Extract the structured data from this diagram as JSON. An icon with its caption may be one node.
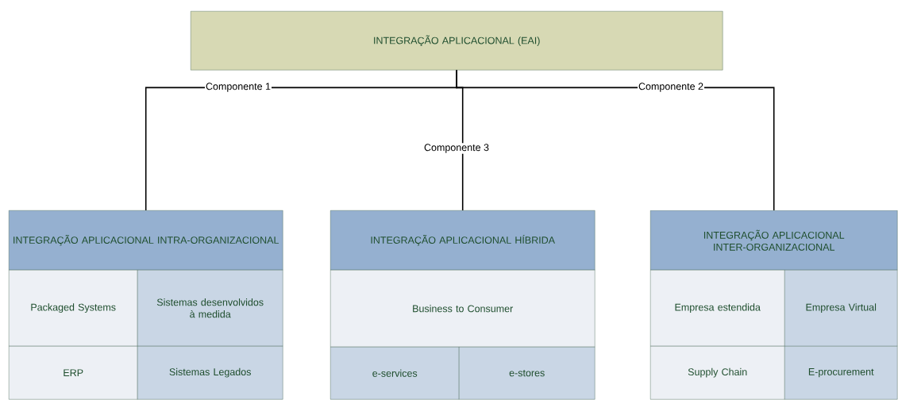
{
  "diagram": {
    "nodes": [
      {
        "text": [
          "INTEGRAÇÃO APLICACIONAL (EAI)"
        ]
      },
      {
        "text": [
          "INTEGRAÇÃO APLICACIONAL INTRA-ORGANIZACIONAL"
        ]
      },
      {
        "text": [
          "Packaged Systems"
        ]
      },
      {
        "text": [
          "Sistemas desenvolvidos à medida"
        ]
      },
      {
        "text": [
          "ERP"
        ]
      },
      {
        "text": [
          "Sistemas Legados"
        ]
      },
      {
        "text": [
          "INTEGRAÇÃO APLICACIONAL HÍBRIDA"
        ]
      },
      {
        "text": [
          "Business to Consumer"
        ]
      },
      {
        "text": [
          "e-services"
        ]
      },
      {
        "text": [
          "e-stores"
        ]
      },
      {
        "text": [
          "INTEGRAÇÃO APLICACIONAL INTER-ORGANIZACIONAL"
        ]
      },
      {
        "text": [
          "Empresa estendida"
        ]
      },
      {
        "text": [
          "Empresa Virtual"
        ]
      },
      {
        "text": [
          "Supply Chain"
        ]
      },
      {
        "text": [
          "E-procurement"
        ]
      }
    ],
    "edges": [
      {
        "from": 0,
        "to": 1,
        "arrow": "none",
        "label": "Componente 1"
      },
      {
        "from": 0,
        "to": 10,
        "arrow": "none",
        "label": "Componente 2"
      },
      {
        "from": 0,
        "to": 6,
        "arrow": "none",
        "label": "Componente 3"
      }
    ]
  }
}
